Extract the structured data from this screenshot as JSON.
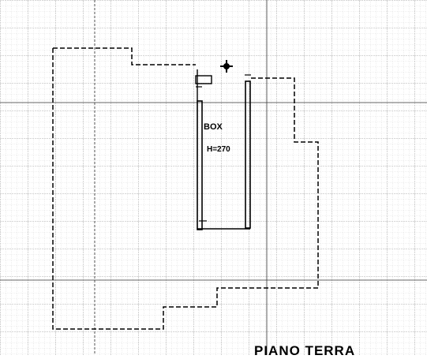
{
  "labels": {
    "box": "BOX",
    "height": "H=270",
    "floor": "PIANO  TERRA"
  },
  "colors": {
    "background": "#ffffff",
    "grid": "#b8b8b8",
    "walls": "#000000"
  },
  "icons": {
    "north_marker": "crosshair-icon"
  }
}
